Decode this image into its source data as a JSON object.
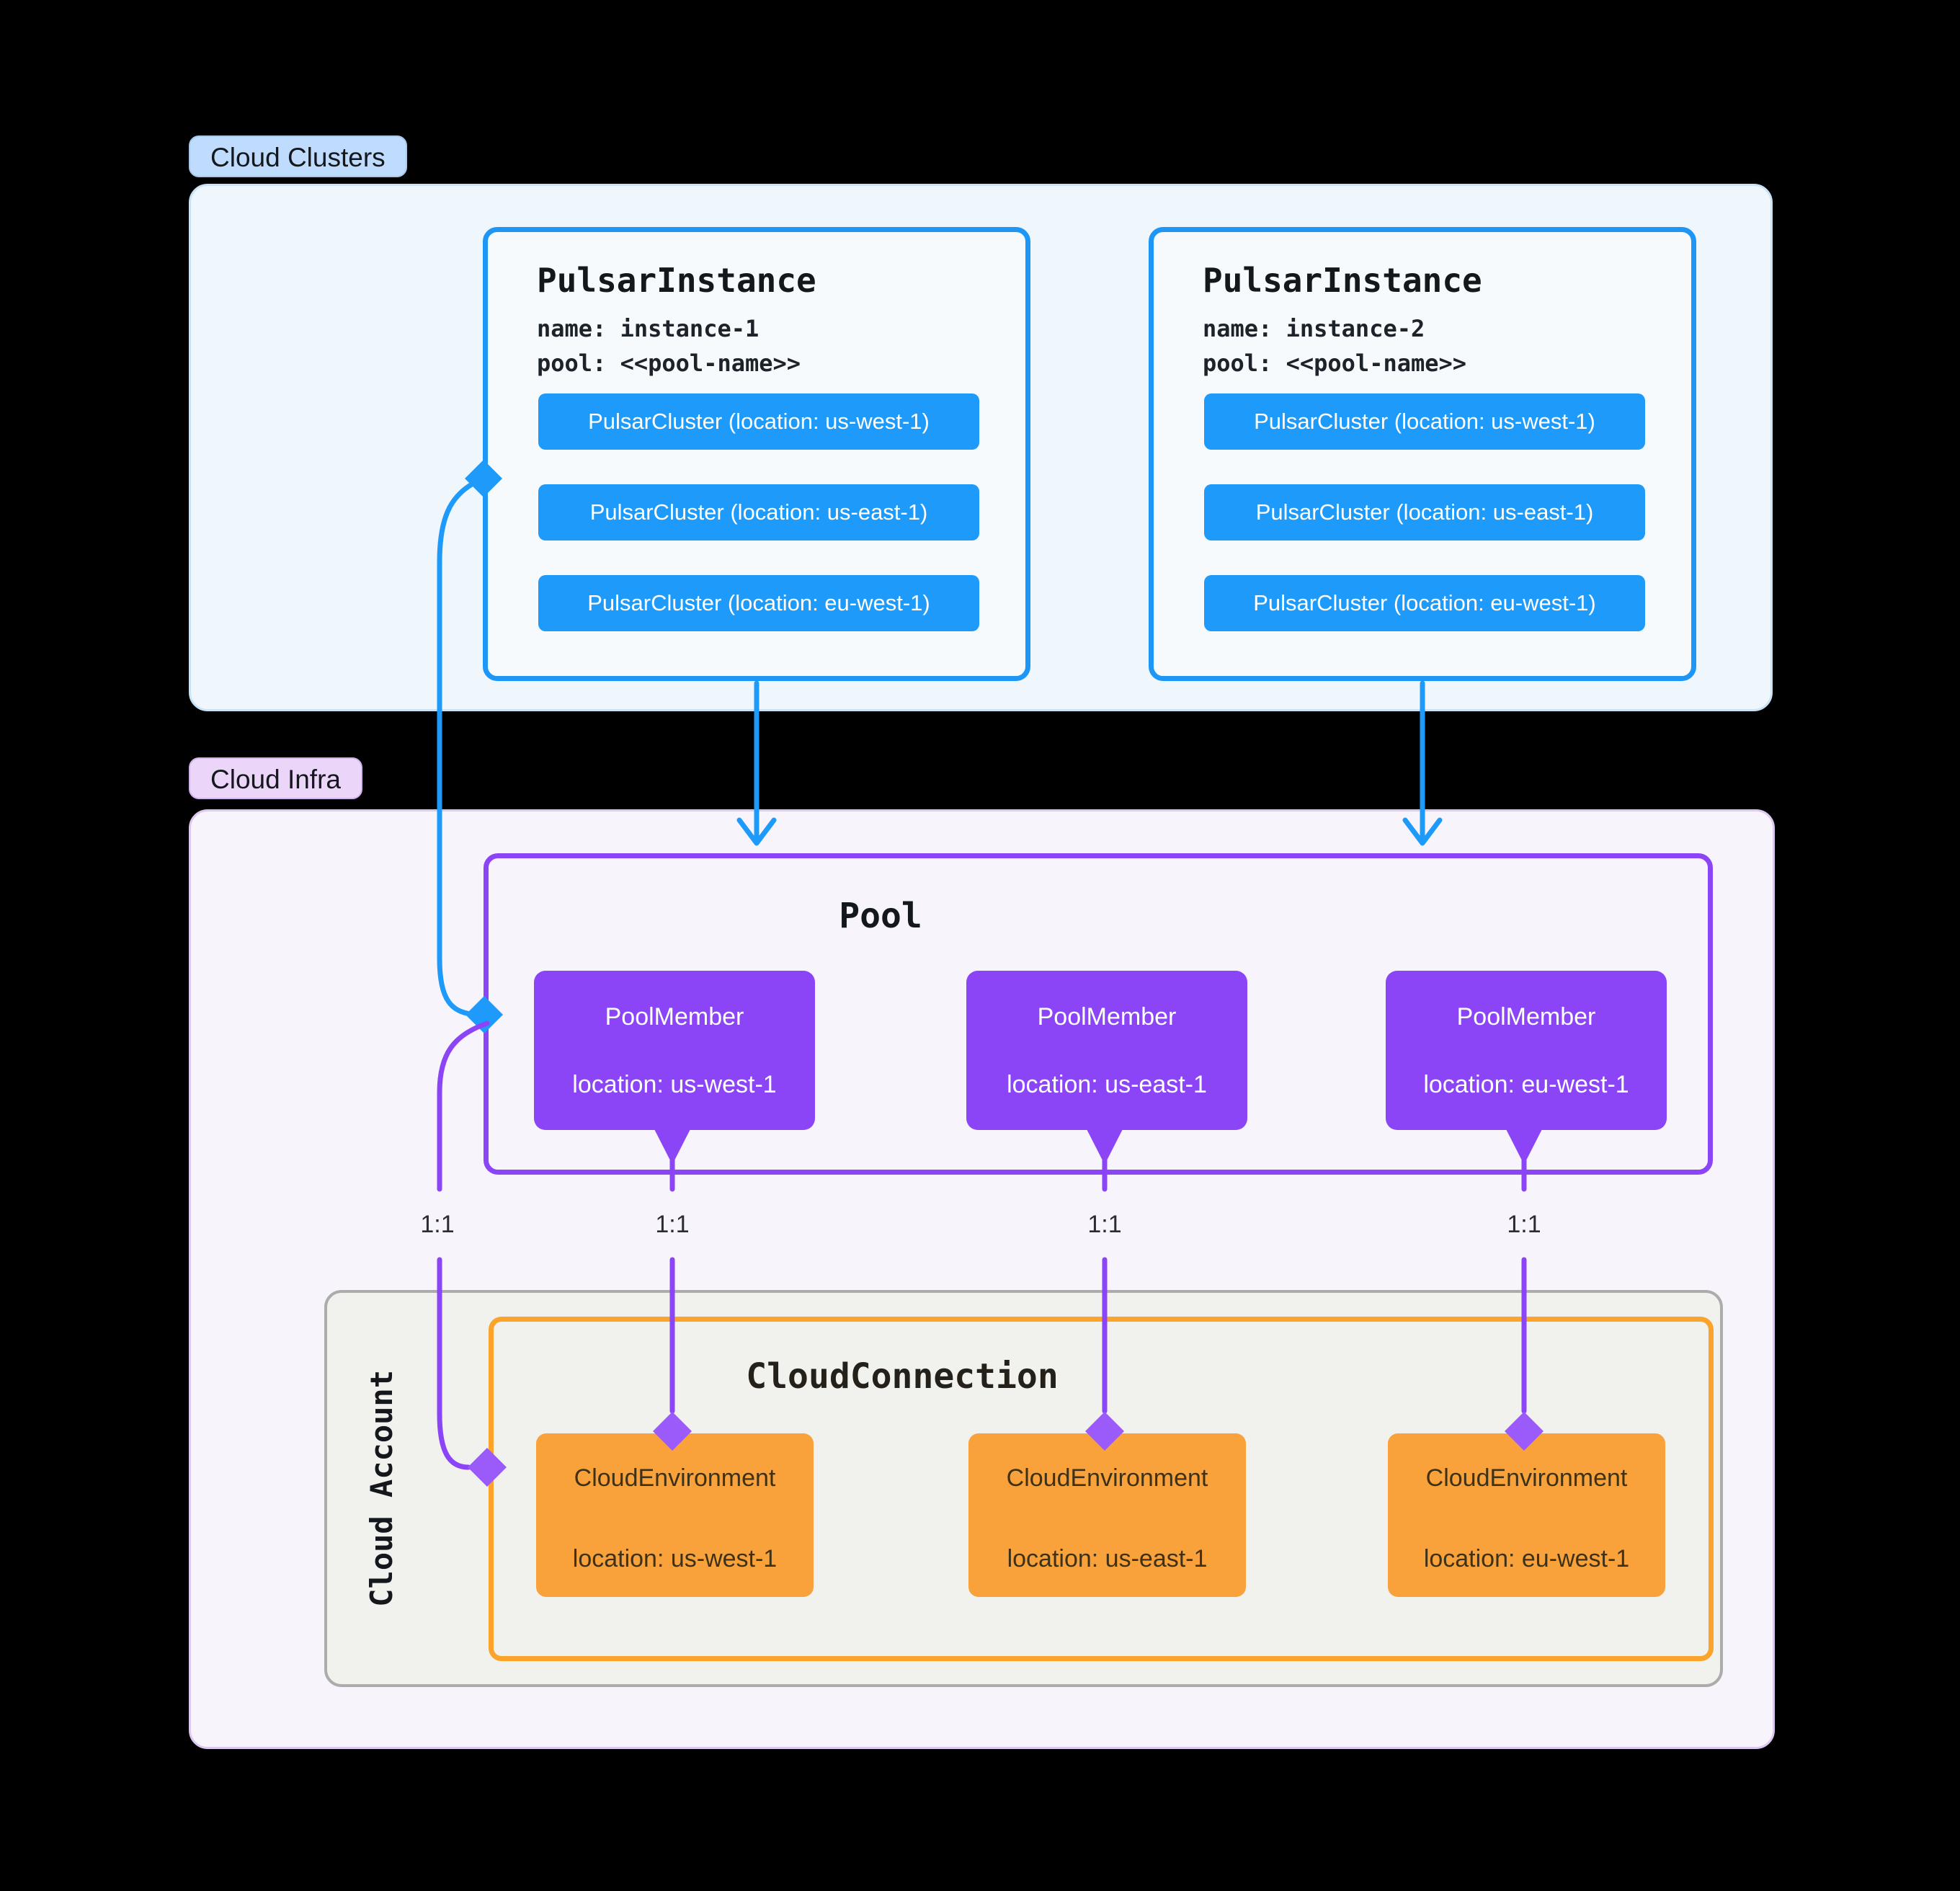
{
  "colors": {
    "blue": "#1e9bfa",
    "purple": "#8b45f7",
    "purple_diamond": "#9b5bfa",
    "orange_fill": "#f9a23b",
    "orange_border": "#fba42c",
    "clusters_label_bg": "#bfdbfe",
    "clusters_panel_bg": "#eff6fc",
    "infra_label_bg": "#ebd6fa",
    "infra_panel_bg": "#f8f4fc",
    "account_panel_bg": "#f1f1ee",
    "account_panel_border": "#acacac"
  },
  "sections": {
    "clusters_label": "Cloud Clusters",
    "infra_label": "Cloud Infra",
    "account_label": "Cloud Account"
  },
  "instances": [
    {
      "title": "PulsarInstance",
      "name_line": "name: instance-1",
      "pool_line": "pool: <<pool-name>>",
      "clusters": [
        "PulsarCluster (location: us-west-1)",
        "PulsarCluster (location: us-east-1)",
        "PulsarCluster (location: eu-west-1)"
      ]
    },
    {
      "title": "PulsarInstance",
      "name_line": "name: instance-2",
      "pool_line": "pool: <<pool-name>>",
      "clusters": [
        "PulsarCluster (location: us-west-1)",
        "PulsarCluster (location: us-east-1)",
        "PulsarCluster (location: eu-west-1)"
      ]
    }
  ],
  "pool": {
    "title": "Pool",
    "members": [
      {
        "title": "PoolMember",
        "location": "location: us-west-1"
      },
      {
        "title": "PoolMember",
        "location": "location: us-east-1"
      },
      {
        "title": "PoolMember",
        "location": "location: eu-west-1"
      }
    ]
  },
  "connection": {
    "title": "CloudConnection",
    "environments": [
      {
        "title": "CloudEnvironment",
        "location": "location: us-west-1"
      },
      {
        "title": "CloudEnvironment",
        "location": "location: us-east-1"
      },
      {
        "title": "CloudEnvironment",
        "location": "location: eu-west-1"
      }
    ]
  },
  "relations": [
    "1:1",
    "1:1",
    "1:1",
    "1:1"
  ]
}
